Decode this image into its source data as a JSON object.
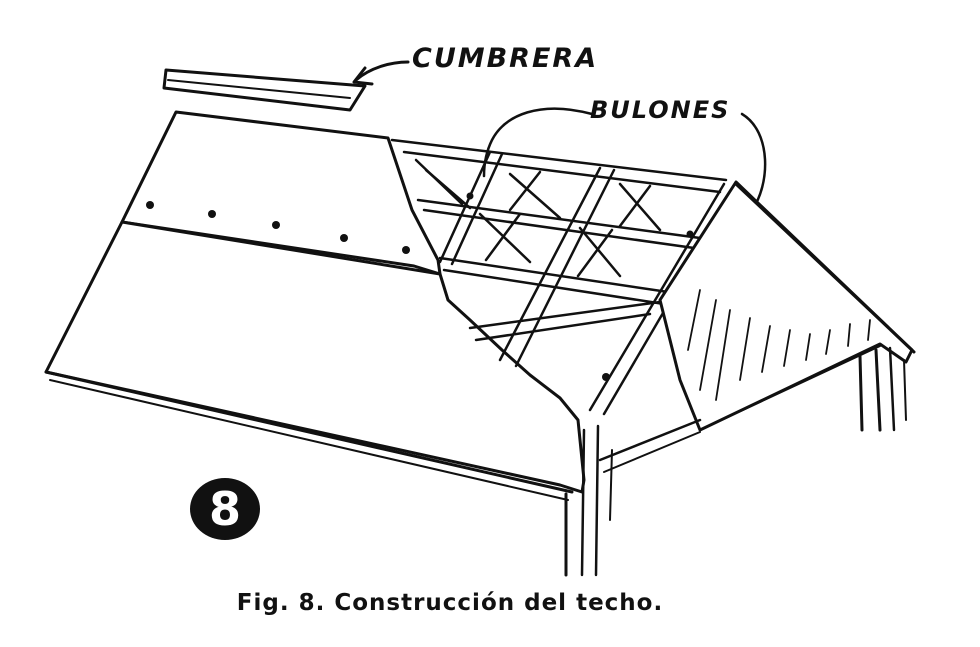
{
  "labels": {
    "cumbrera": "CUMBRERA",
    "bulones": "BULONES"
  },
  "badge_number": "8",
  "caption": "Fig. 8. Construcción del techo."
}
